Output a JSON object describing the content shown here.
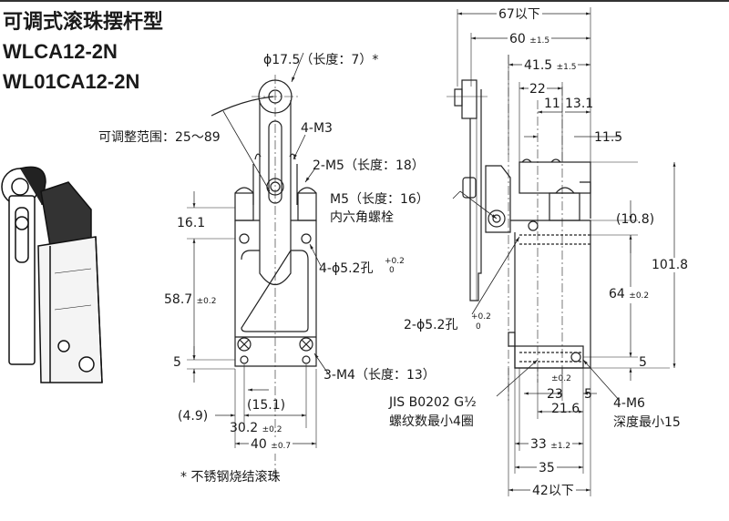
{
  "title": {
    "cn": "可调式滚珠摆杆型",
    "model1": "WLCA12-2N",
    "model2": "WL01CA12-2N"
  },
  "front_view": {
    "roller_dia": "ϕ17.5（长度：7）*",
    "adjust_range": "可调整范围：25～89",
    "m3": "4-M3",
    "m5_18": "2-M5（长度：18）",
    "m5_16": "M5（长度：16）",
    "hex_bolt": "内六角螺栓",
    "dim_16_1": "16.1",
    "holes": "4-ϕ5.2孔",
    "holes_tol_upper": "+0.2",
    "holes_tol_lower": "0",
    "dim_58_7": "58.7",
    "dim_58_7_tol": "±0.2",
    "dim_5": "5",
    "m4": "3-M4（长度：13）",
    "dim_15_1": "(15.1)",
    "dim_4_9": "(4.9)",
    "dim_30_2": "30.2",
    "dim_30_2_tol": "±0.2",
    "dim_40": "40",
    "dim_40_tol": "±0.7",
    "footnote": "* 不锈钢烧结滚珠"
  },
  "side_view": {
    "dim_67": "67以下",
    "dim_60": "60",
    "dim_60_tol": "±1.5",
    "dim_41_5": "41.5",
    "dim_41_5_tol": "±1.5",
    "dim_22": "22",
    "dim_11": "11",
    "dim_13_1": "13.1",
    "dim_11_5": "11.5",
    "dim_10_8": "(10.8)",
    "dim_101_8": "101.8",
    "dim_64": "64",
    "dim_64_tol": "±0.2",
    "holes": "2-ϕ5.2孔",
    "holes_tol_upper": "+0.2",
    "holes_tol_lower": "0",
    "dim_5_right": "5",
    "dim_tol_0_2": "±0.2",
    "dim_23": "23",
    "dim_5_bottom": "5",
    "m6": "4-M6",
    "m6_depth": "深度最小15",
    "dim_21_6": "21.6",
    "jis": "JIS B0202 G½",
    "jis_thread": "螺纹数最小4圈",
    "dim_33": "33",
    "dim_33_tol": "±1.2",
    "dim_35": "35",
    "dim_42": "42以下"
  }
}
